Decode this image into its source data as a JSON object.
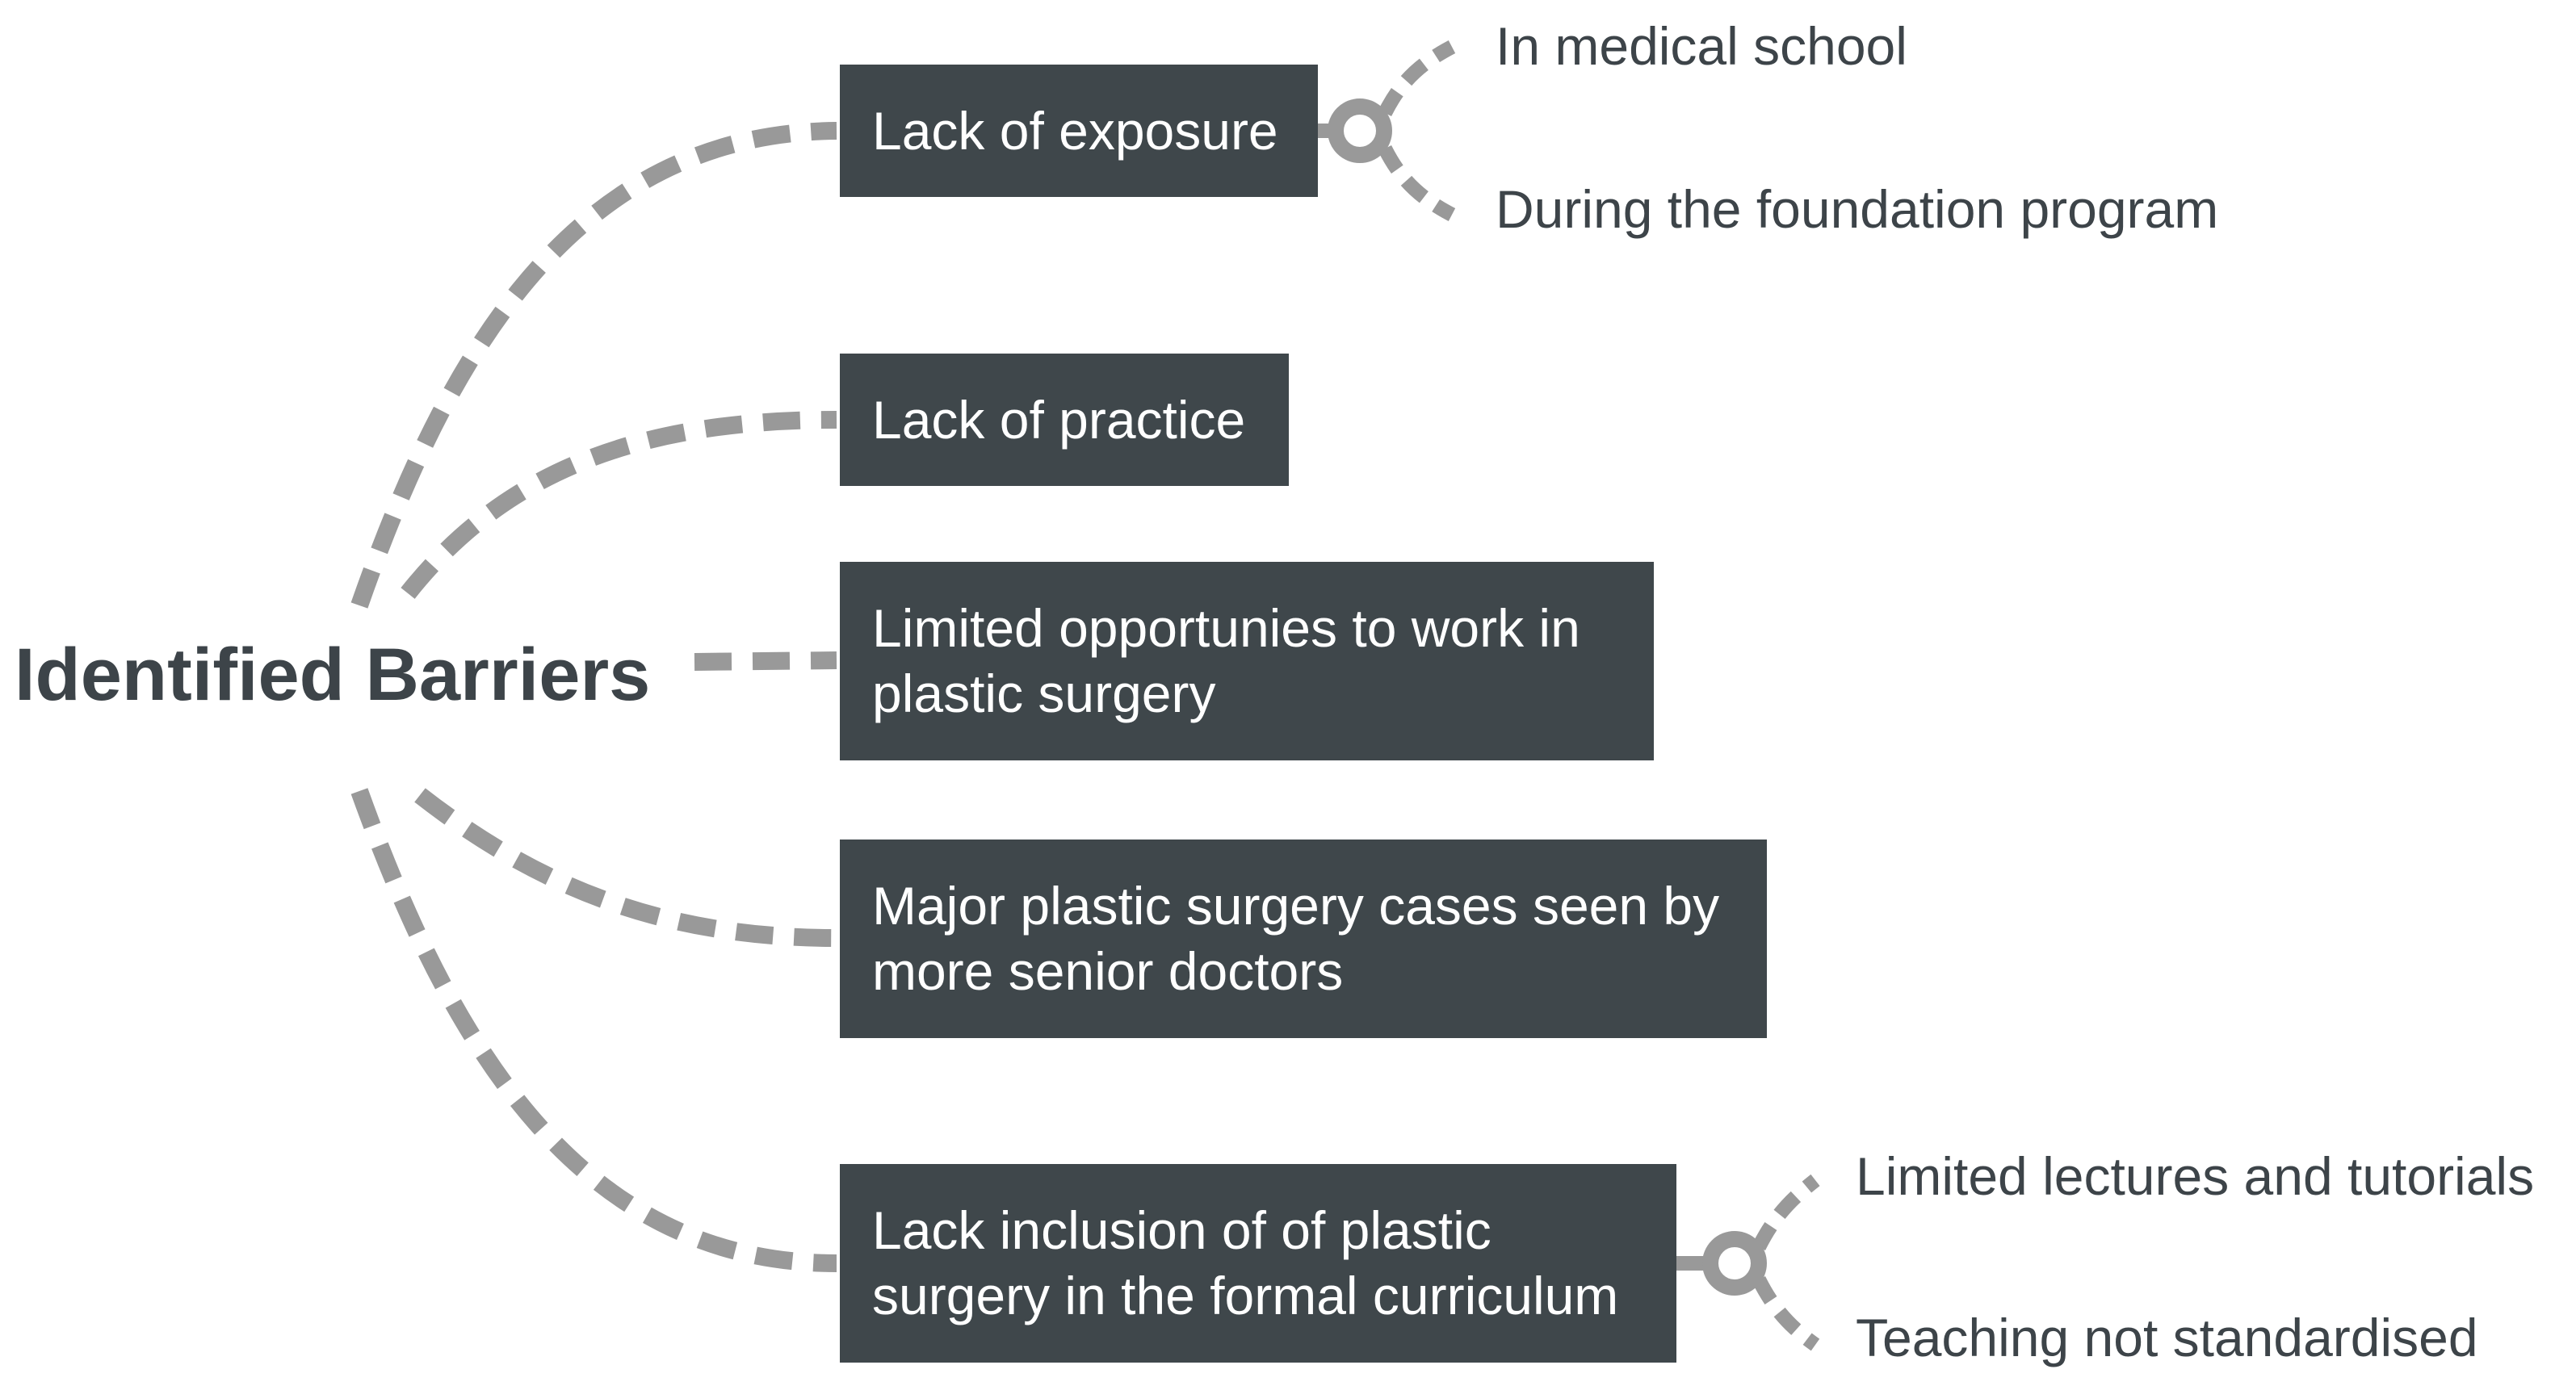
{
  "diagram": {
    "root": {
      "label": "Identified Barriers"
    },
    "barriers": [
      {
        "label": "Lack of exposure",
        "sub_items": [
          "In medical school",
          "During the foundation program"
        ]
      },
      {
        "label": "Lack of practice"
      },
      {
        "label": "Limited opportunies to work in\nplastic surgery"
      },
      {
        "label": "Major plastic surgery cases seen by\nmore senior doctors"
      },
      {
        "label": "Lack inclusion of of plastic\nsurgery in the formal curriculum",
        "sub_items": [
          "Limited lectures and tutorials",
          "Teaching not standardised"
        ]
      }
    ],
    "colors": {
      "box_fill": "#3f474b",
      "box_text": "#ffffff",
      "connector": "#999999",
      "text": "#3d4449"
    }
  }
}
